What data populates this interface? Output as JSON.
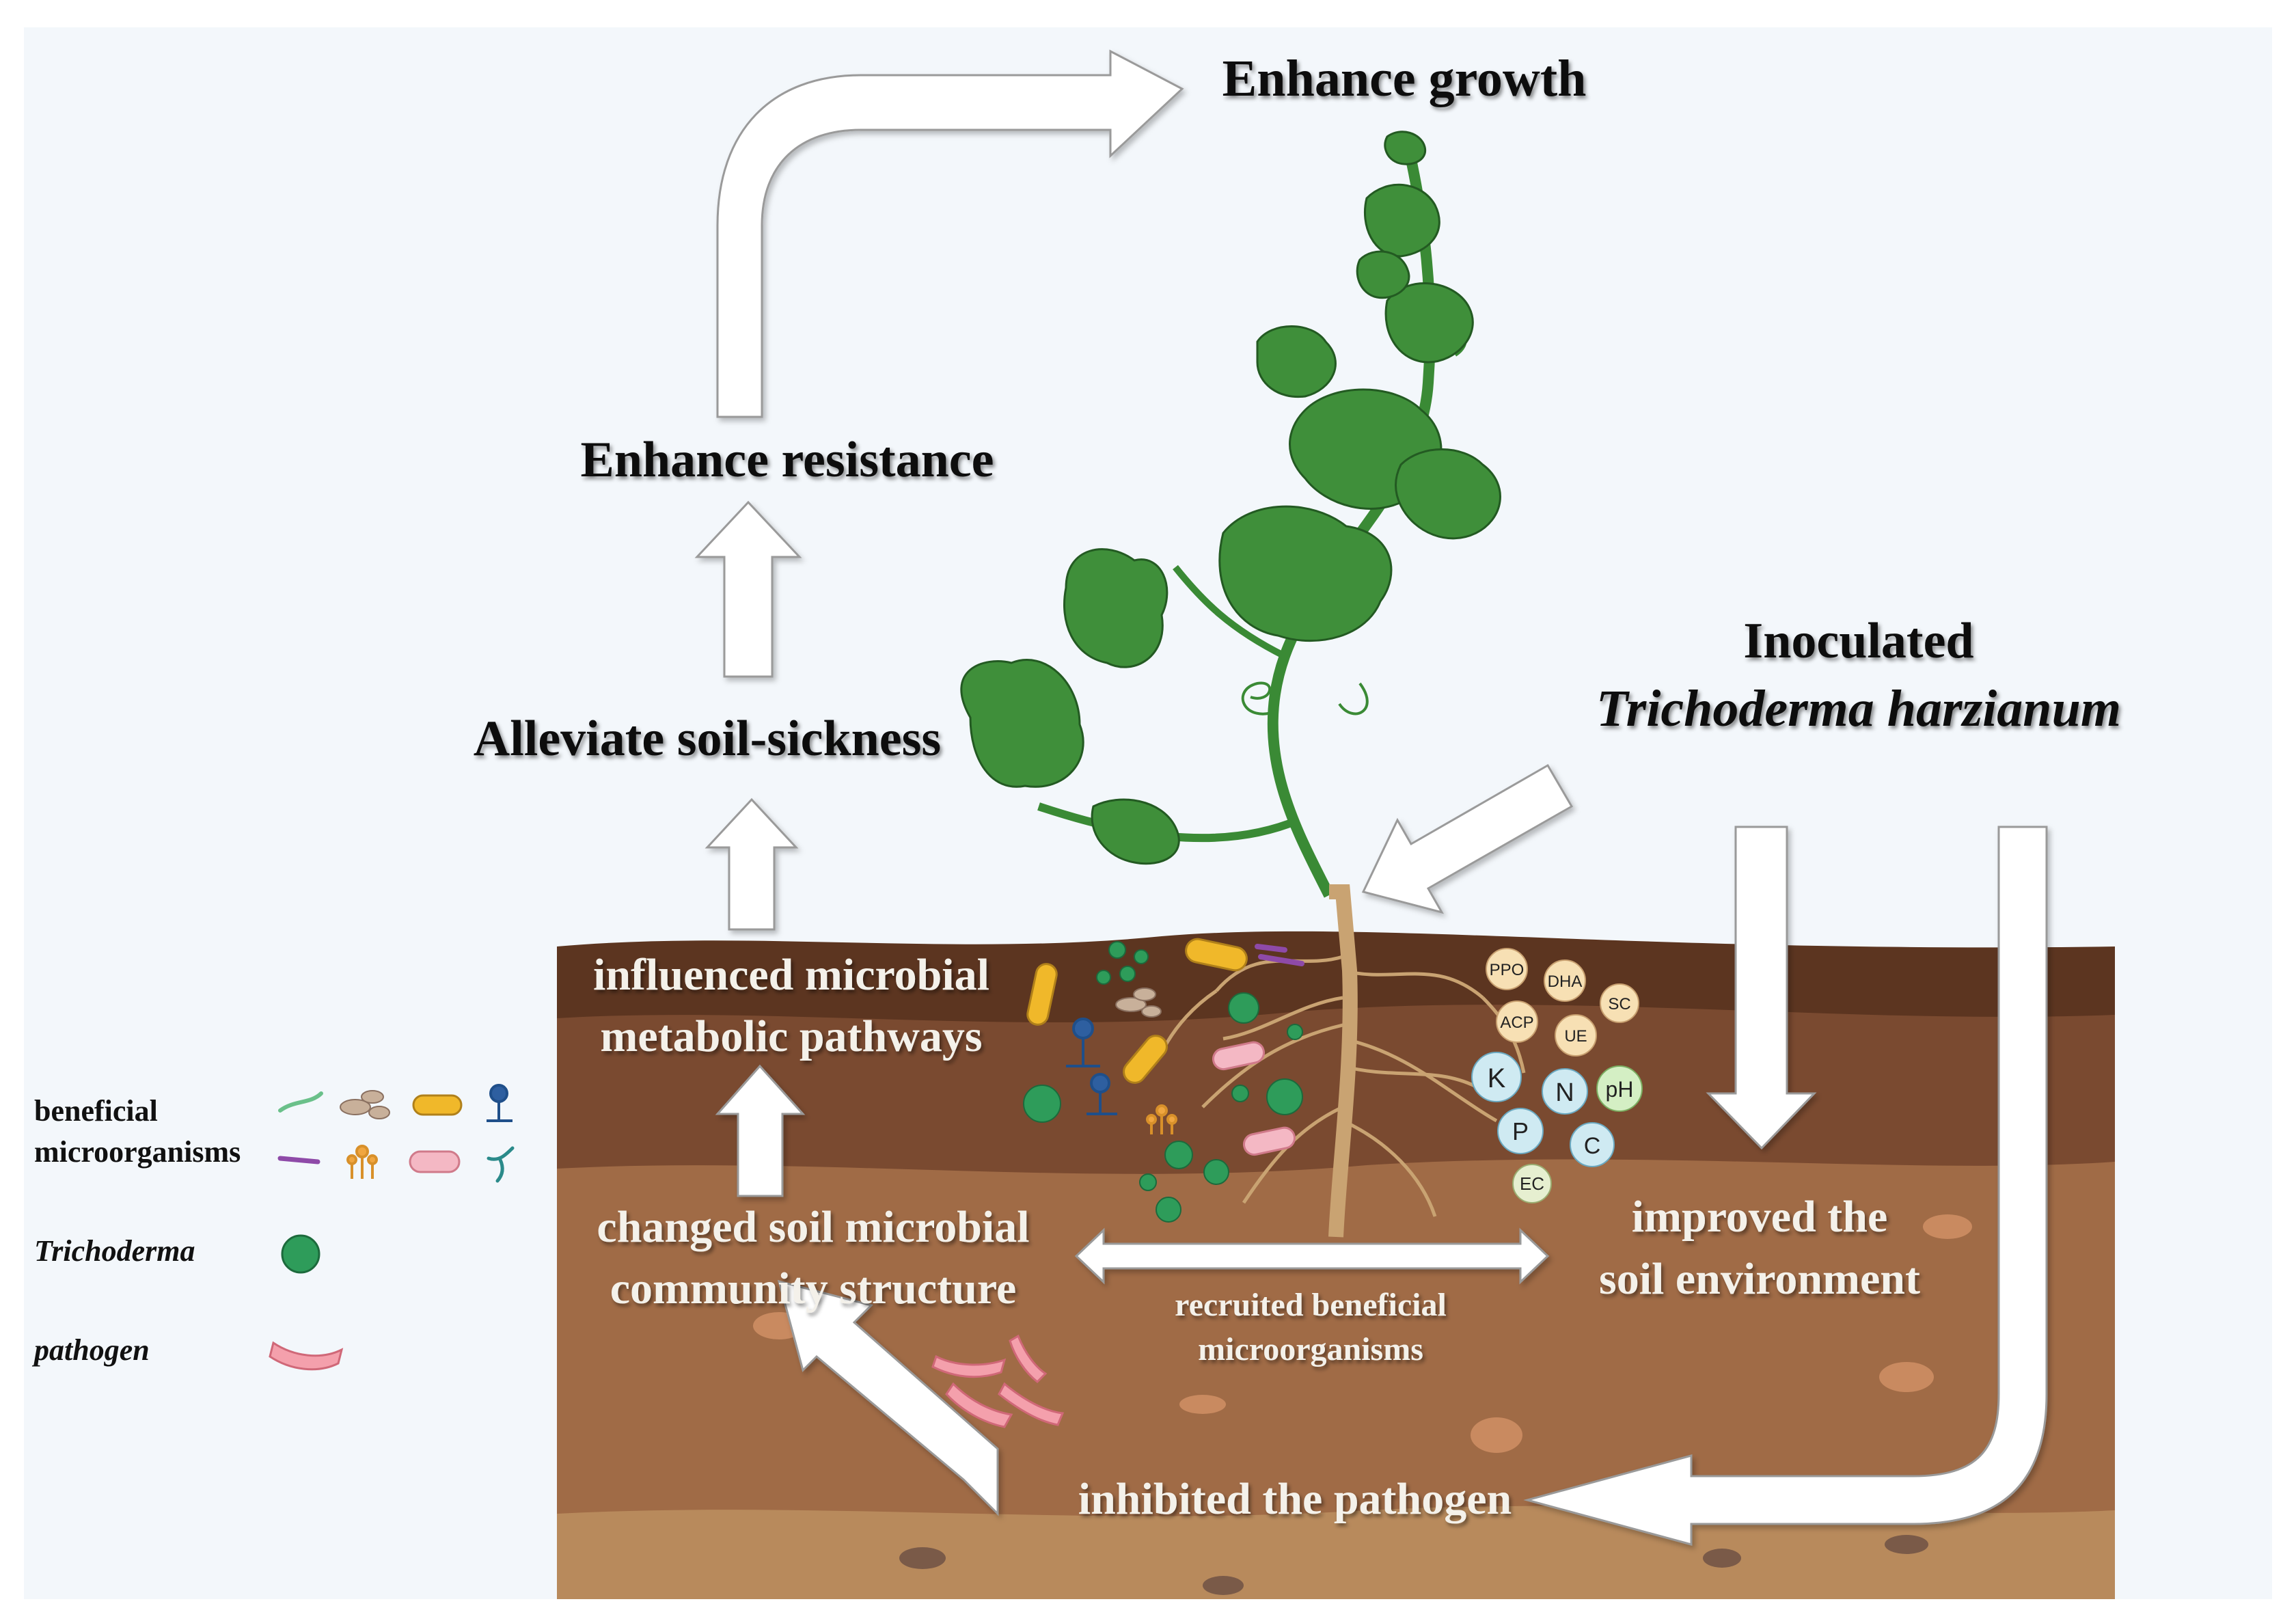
{
  "top": {
    "enhance_growth": "Enhance growth",
    "enhance_resistance": "Enhance resistance",
    "alleviate": "Alleviate soil-sickness"
  },
  "inoculated": {
    "line1": "Inoculated",
    "line2": "Trichoderma harzianum"
  },
  "soil": {
    "metabolic_line1": "influenced microbial",
    "metabolic_line2": "metabolic pathways",
    "community_line1": "changed soil microbial",
    "community_line2": "community structure",
    "improved_line1": "improved the",
    "improved_line2": "soil environment",
    "recruited_line1": "recruited beneficial",
    "recruited_line2": "microorganisms",
    "inhibited": "inhibited the pathogen"
  },
  "badges": {
    "enzymes": [
      "PPO",
      "DHA",
      "SC",
      "ACP",
      "UE"
    ],
    "nutrients": [
      "K",
      "N",
      "pH",
      "P",
      "C",
      "EC"
    ]
  },
  "legend": {
    "beneficial_line1": "beneficial",
    "beneficial_line2": "microorganisms",
    "trichoderma": "Trichoderma",
    "pathogen": "pathogen"
  },
  "colors": {
    "sky": "#f3f7fb",
    "soil_top": "#5c3520",
    "soil_mid": "#7a4a30",
    "soil_light": "#a06b46",
    "soil_bottom": "#b88a5c",
    "leaf": "#3f8f3a",
    "trichoderma": "#2e9c5a",
    "pathogen": "#f0a0a8",
    "enzyme_badge": "#f7e0b4",
    "nutrient_badge": "#cfeaf2"
  }
}
